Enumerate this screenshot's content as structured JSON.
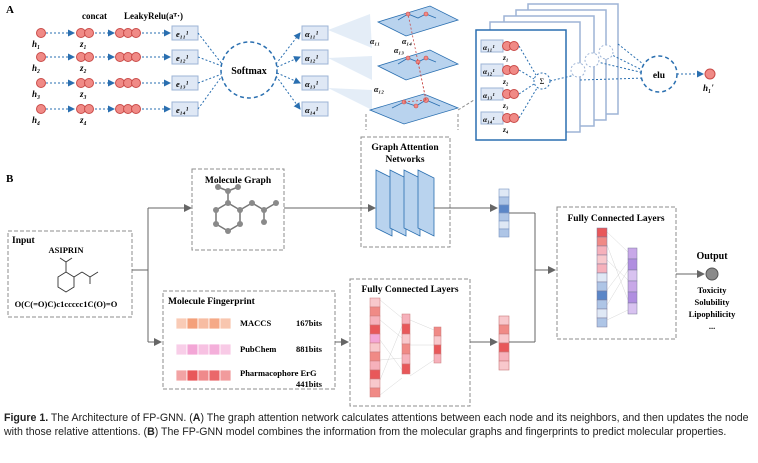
{
  "panel_a": {
    "label": "A",
    "concat_label": "concat",
    "leaky_label": "LeakyRelu(aᵀ·)",
    "softmax_label": "Softmax",
    "elu_label": "elu",
    "h_labels": [
      "h₁",
      "h₂",
      "h₃",
      "h₄"
    ],
    "z_labels": [
      "z₁",
      "z₂",
      "z₃",
      "z₄"
    ],
    "e_labels": [
      "e₁₁¹",
      "e₁₂¹",
      "e₁₃¹",
      "e₁₄¹"
    ],
    "alpha_labels": [
      "α₁₁¹",
      "α₁₂¹",
      "α₁₃¹",
      "α₁₄¹"
    ],
    "graph_alpha_labels": [
      "α₁₄",
      "α₁₁",
      "α₁₃",
      "α₁₂"
    ],
    "card_alpha_labels": [
      "α₁₁¹",
      "α₁₂¹",
      "α₁₃¹",
      "α₁₄¹"
    ],
    "card_z_labels": [
      "z₁",
      "z₂",
      "z₃",
      "z₄"
    ],
    "sum_symbol": "Σ",
    "output_label": "h₁'"
  },
  "panel_b": {
    "label": "B",
    "input_title": "Input",
    "molecule_name": "ASIPRIN",
    "smiles": "O(C(=O)C)c1ccccc1C(O)=O",
    "molecule_graph_title": "Molecule Graph",
    "gan_title_line1": "Graph Attention",
    "gan_title_line2": "Networks",
    "fingerprint_title": "Molecule Fingerprint",
    "fingerprints": [
      {
        "name": "MACCS",
        "bits": "167bits",
        "color": "#f4a07a"
      },
      {
        "name": "PubChem",
        "bits": "881bits",
        "color": "#f3a6d6"
      },
      {
        "name": "Pharmacophore ErG",
        "bits": "441bits",
        "color": "#e8585a"
      }
    ],
    "fc_small_title": "Fully Connected Layers",
    "fc_big_title": "Fully Connected Layers",
    "output_title": "Output",
    "outputs": [
      "Toxicity",
      "Solubility",
      "Lipophilicity",
      "..."
    ]
  },
  "caption": {
    "figure_label": "Figure 1.",
    "text_1": " The Architecture of FP-GNN. (",
    "a": "A",
    "text_2": ") The graph attention network calculates attentions between each node and its neighbors, and then updates the node with those relative attentions. (",
    "b": "B",
    "text_3": ") The FP-GNN model combines the information from the molecular graphs and fingerprints to predict molecular properties."
  },
  "colors": {
    "node_fill": "#f08a86",
    "node_stroke": "#c94b48",
    "dashed_blue": "#2a6fb0",
    "box_fill": "#dfe8f5",
    "frame_gray": "#8c8c8c"
  }
}
